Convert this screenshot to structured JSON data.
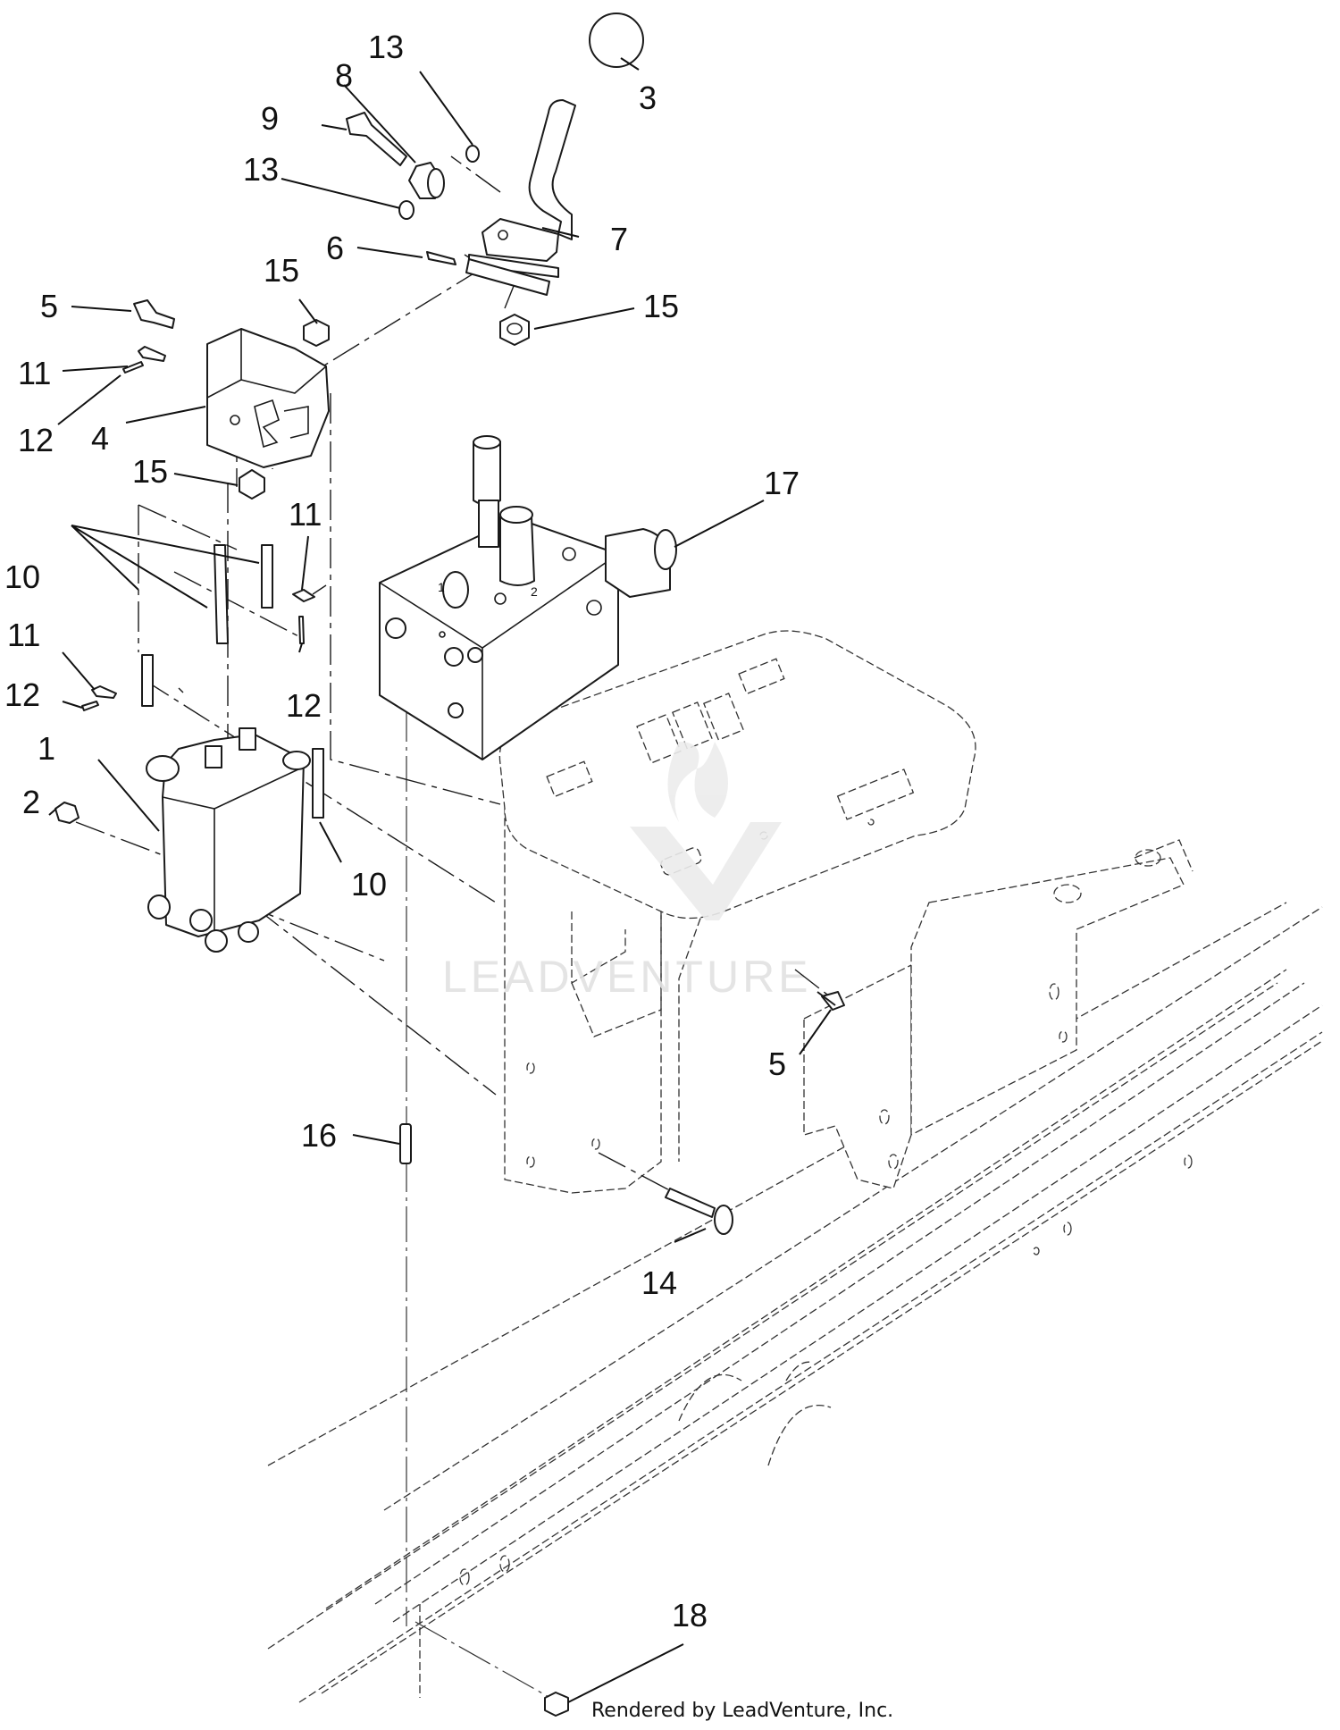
{
  "diagram": {
    "credit": "Rendered by LeadVenture, Inc.",
    "watermark": "LEADVENTURE",
    "port_labels": {
      "port_1": "1",
      "port_2": "2"
    },
    "callouts": [
      {
        "id": "c1",
        "label": "1"
      },
      {
        "id": "c2",
        "label": "2"
      },
      {
        "id": "c3",
        "label": "3"
      },
      {
        "id": "c4",
        "label": "4"
      },
      {
        "id": "c5a",
        "label": "5"
      },
      {
        "id": "c5b",
        "label": "5"
      },
      {
        "id": "c6",
        "label": "6"
      },
      {
        "id": "c7",
        "label": "7"
      },
      {
        "id": "c8",
        "label": "8"
      },
      {
        "id": "c9",
        "label": "9"
      },
      {
        "id": "c10a",
        "label": "10"
      },
      {
        "id": "c10b",
        "label": "10"
      },
      {
        "id": "c11a",
        "label": "11"
      },
      {
        "id": "c11b",
        "label": "11"
      },
      {
        "id": "c11c",
        "label": "11"
      },
      {
        "id": "c12a",
        "label": "12"
      },
      {
        "id": "c12b",
        "label": "12"
      },
      {
        "id": "c12c",
        "label": "12"
      },
      {
        "id": "c13a",
        "label": "13"
      },
      {
        "id": "c13b",
        "label": "13"
      },
      {
        "id": "c14",
        "label": "14"
      },
      {
        "id": "c15a",
        "label": "15"
      },
      {
        "id": "c15b",
        "label": "15"
      },
      {
        "id": "c15c",
        "label": "15"
      },
      {
        "id": "c16",
        "label": "16"
      },
      {
        "id": "c17",
        "label": "17"
      },
      {
        "id": "c18",
        "label": "18"
      }
    ]
  }
}
